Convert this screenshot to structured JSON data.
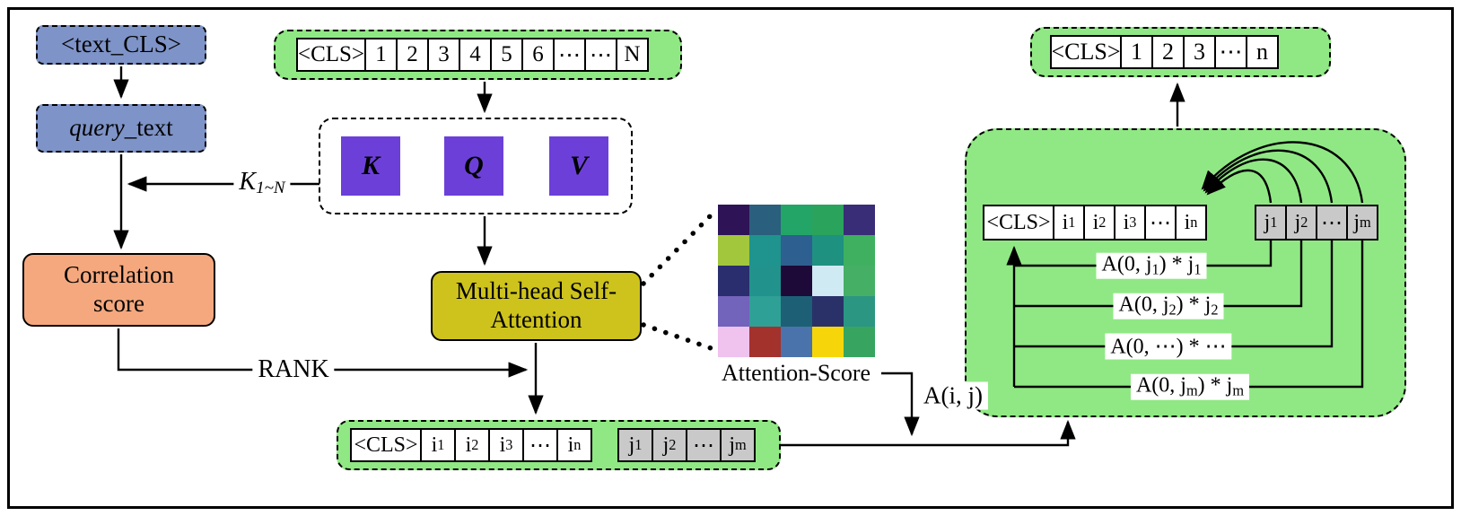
{
  "colors": {
    "blue": "#7e93c7",
    "orange": "#f5a87e",
    "yellow": "#cec31c",
    "green": "#90e884",
    "purple": "#6c40d8",
    "gray": "#c9c9c9"
  },
  "left": {
    "text_cls": "<text_CLS>",
    "query_italic": "query",
    "query_rest": "_text",
    "correlation": [
      "Correlation",
      "score"
    ],
    "rank": "RANK",
    "k_label_base": "K",
    "k_label_sub": "1~N"
  },
  "top_sequence": {
    "tokens": [
      "<CLS>",
      "1",
      "2",
      "3",
      "4",
      "5",
      "6",
      "⋯",
      "⋯",
      "N"
    ]
  },
  "kqv": {
    "labels": [
      "K",
      "Q",
      "V"
    ]
  },
  "attention": {
    "title": [
      "Multi-head Self-",
      "Attention"
    ],
    "heatmap_label": "Attention-Score",
    "aij": "A(i, j)",
    "heatmap": [
      [
        "#2e1457",
        "#2a5f7e",
        "#23a567",
        "#2aa35c",
        "#3a2d77"
      ],
      [
        "#a2c73c",
        "#1f938d",
        "#2d5f90",
        "#1f9180",
        "#3eb05f"
      ],
      [
        "#2a2e6e",
        "#22928c",
        "#1e0a38",
        "#cfeaf2",
        "#45b065"
      ],
      [
        "#7263bb",
        "#2fa096",
        "#1d6076",
        "#2a3168",
        "#2b9682"
      ],
      [
        "#f0c2ee",
        "#a4322c",
        "#4a73ab",
        "#f6d60a",
        "#37a560"
      ]
    ]
  },
  "bottom_sequence": {
    "white_tokens": [
      {
        "b": "<CLS>"
      },
      {
        "b": "i",
        "s": "1"
      },
      {
        "b": "i",
        "s": "2"
      },
      {
        "b": "i",
        "s": "3"
      },
      {
        "b": "⋯"
      },
      {
        "b": "i",
        "s": "n"
      }
    ],
    "gray_tokens": [
      {
        "b": "j",
        "s": "1"
      },
      {
        "b": "j",
        "s": "2"
      },
      {
        "b": "⋯"
      },
      {
        "b": "j",
        "s": "m"
      }
    ]
  },
  "right_panel": {
    "tokens_white": [
      {
        "b": "<CLS>"
      },
      {
        "b": "i",
        "s": "1"
      },
      {
        "b": "i",
        "s": "2"
      },
      {
        "b": "i",
        "s": "3"
      },
      {
        "b": "⋯"
      },
      {
        "b": "i",
        "s": "n"
      }
    ],
    "tokens_gray": [
      {
        "b": "j",
        "s": "1"
      },
      {
        "b": "j",
        "s": "2"
      },
      {
        "b": "⋯"
      },
      {
        "b": "j",
        "s": "m"
      }
    ],
    "formulas": [
      [
        {
          "t": "A(0, j"
        },
        {
          "s": "1"
        },
        {
          "t": ") * j"
        },
        {
          "s": "1"
        }
      ],
      [
        {
          "t": "A(0, j"
        },
        {
          "s": "2"
        },
        {
          "t": ") * j"
        },
        {
          "s": "2"
        }
      ],
      [
        {
          "t": "A(0, ⋯) * ⋯"
        }
      ],
      [
        {
          "t": "A(0, j"
        },
        {
          "s": "m"
        },
        {
          "t": ") * j"
        },
        {
          "s": "m"
        }
      ]
    ]
  },
  "output_sequence": {
    "tokens": [
      "<CLS>",
      "1",
      "2",
      "3",
      "⋯",
      "n"
    ]
  }
}
